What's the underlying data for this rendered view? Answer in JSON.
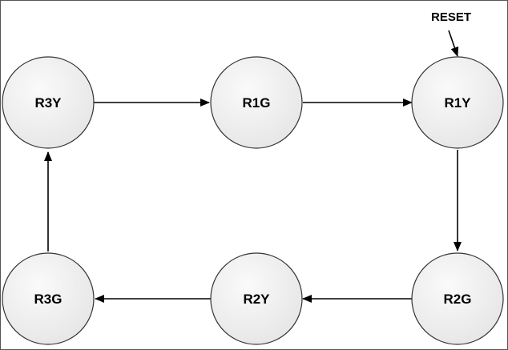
{
  "diagram": {
    "reset_label": "RESET",
    "states": [
      {
        "id": "R3Y",
        "label": "R3Y"
      },
      {
        "id": "R1G",
        "label": "R1G"
      },
      {
        "id": "R1Y",
        "label": "R1Y"
      },
      {
        "id": "R2G",
        "label": "R2G"
      },
      {
        "id": "R2Y",
        "label": "R2Y"
      },
      {
        "id": "R3G",
        "label": "R3G"
      }
    ],
    "transitions": [
      {
        "from": "R3Y",
        "to": "R1G"
      },
      {
        "from": "R1G",
        "to": "R1Y"
      },
      {
        "from": "R1Y",
        "to": "R2G"
      },
      {
        "from": "R2G",
        "to": "R2Y"
      },
      {
        "from": "R2Y",
        "to": "R3G"
      },
      {
        "from": "R3G",
        "to": "R3Y"
      }
    ],
    "reset_target": "R1Y"
  }
}
